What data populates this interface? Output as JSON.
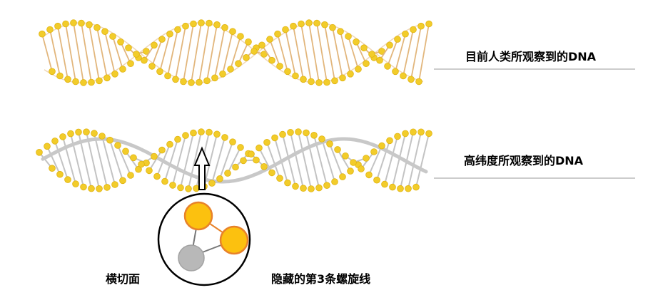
{
  "labels": {
    "observed_current": "目前人类所观察到的DNA",
    "observed_high_dim": "高纬度所观察到的DNA",
    "cross_section": "横切面",
    "hidden_third_helix": "隐藏的第3条螺旋线"
  },
  "colors": {
    "node_yellow": "#f2cc2a",
    "node_yellow_dark": "#e0b310",
    "rung_tan": "#e2b67c",
    "rung_gray": "#c3c3c3",
    "third_strand": "#c8c8c8",
    "divider": "#999999",
    "circle_node_orange": "#fcc10f",
    "circle_node_border": "#e8822a",
    "circle_node_gray": "#b8b8b8",
    "circle_edge_orange": "#e8822a",
    "circle_edge_gray": "#777777"
  }
}
